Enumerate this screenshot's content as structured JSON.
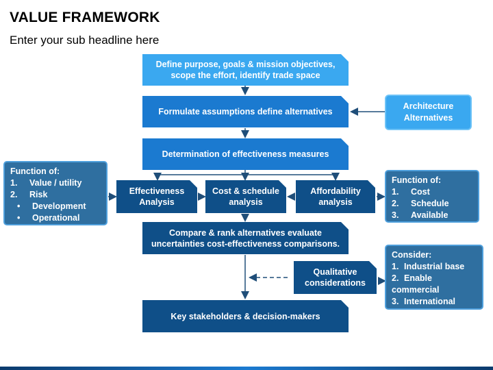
{
  "header": {
    "title": "VALUE FRAMEWORK",
    "subtitle": "Enter your sub headline here"
  },
  "flow": {
    "define": "Define purpose, goals & mission objectives, scope the effort, identify trade space",
    "formulate": "Formulate assumptions define alternatives",
    "determination": "Determination of effectiveness measures",
    "effectiveness": "Effectiveness Analysis",
    "cost_schedule": "Cost & schedule analysis",
    "affordability": "Affordability analysis",
    "compare": "Compare & rank alternatives evaluate uncertainties cost-effectiveness comparisons.",
    "qualitative": "Qualitative considerations",
    "stakeholders": "Key stakeholders & decision-makers"
  },
  "architecture": "Architecture Alternatives",
  "left_panel": {
    "heading": "Function of:",
    "items": [
      {
        "num": "1.",
        "text": "Value / utility"
      },
      {
        "num": "2.",
        "text": "Risk"
      }
    ],
    "bullets": [
      "Development",
      "Operational"
    ],
    "bullet_symbol": "•"
  },
  "right_panel": {
    "heading": "Function of:",
    "items": [
      {
        "num": "1.",
        "text": "Cost"
      },
      {
        "num": "2.",
        "text": "Schedule"
      },
      {
        "num": "3.",
        "text": "Available budget"
      }
    ]
  },
  "consider_panel": {
    "heading": "Consider:",
    "items": [
      {
        "num": "1.",
        "text": "Industrial base"
      },
      {
        "num": "2.",
        "text": "Enable commercial"
      },
      {
        "num": "3.",
        "text": "International partners"
      }
    ]
  },
  "colors": {
    "light_blue": "#3aa8f0",
    "mid_blue": "#1b7ad0",
    "dark_blue": "#0f4f88",
    "panel_blue": "#2f6fa0",
    "arrow": "#1f4e79"
  }
}
